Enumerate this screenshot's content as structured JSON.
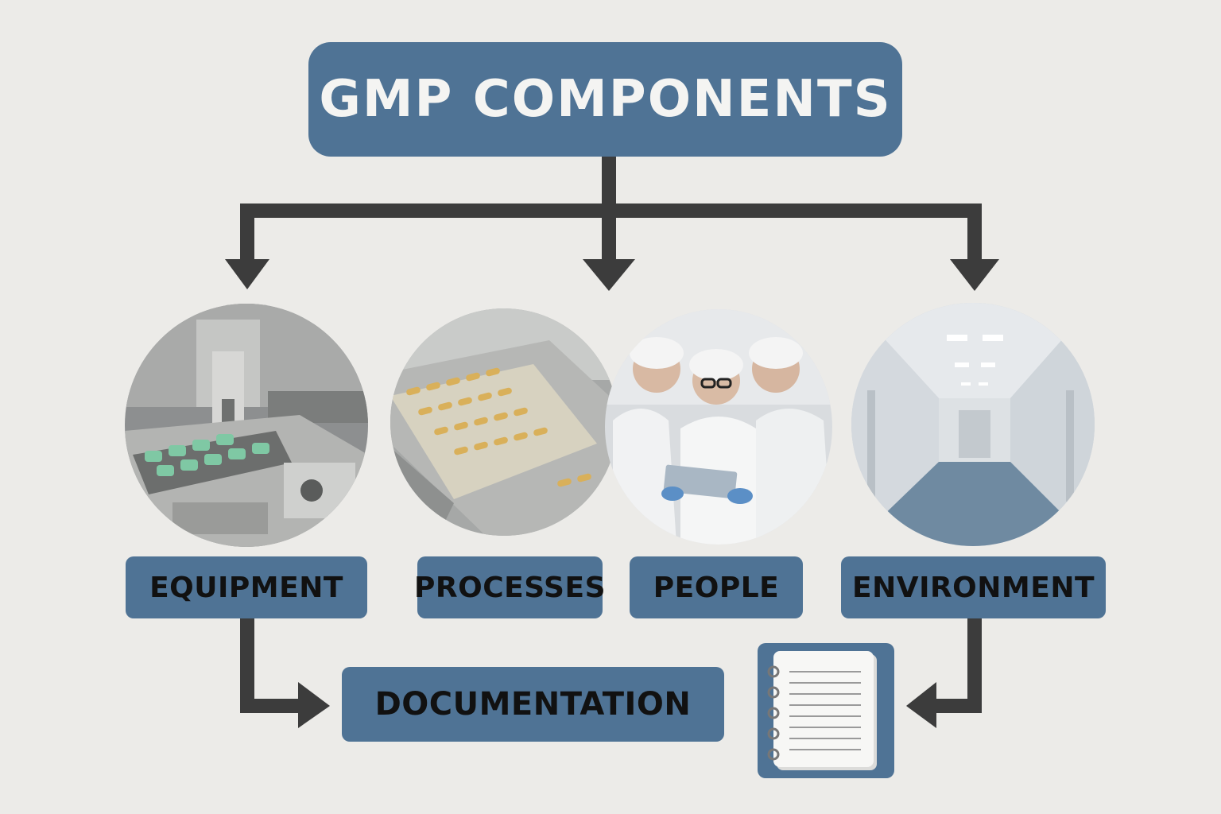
{
  "title": "GMP COMPONENTS",
  "components": [
    {
      "label": "EQUIPMENT",
      "image": "tablet-press-machine"
    },
    {
      "label": "PROCESSES",
      "image": "capsule-conveyor"
    },
    {
      "label": "PEOPLE",
      "image": "scientists-in-lab-coats"
    },
    {
      "label": "ENVIRONMENT",
      "image": "cleanroom-corridor"
    }
  ],
  "documentation": {
    "label": "DOCUMENTATION",
    "icon": "notebook-icon"
  },
  "colors": {
    "box": "#4f7395",
    "background": "#ecebe8",
    "arrow": "#3c3c3c"
  }
}
